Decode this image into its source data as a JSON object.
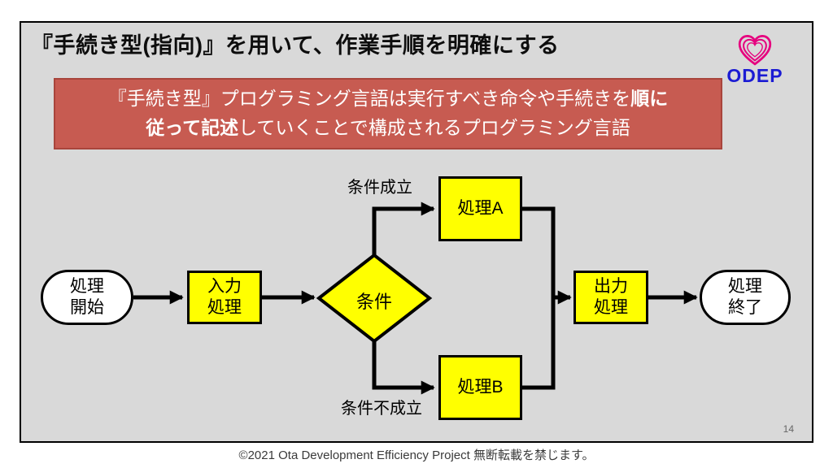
{
  "slide": {
    "title": "『手続き型(指向)』を用いて、作業手順を明確にする",
    "page_number": "14",
    "footer": "©2021  Ota Development Efficiency Project 無断転載を禁じます。",
    "logo": {
      "text": "ODEP"
    },
    "banner": {
      "line1_normal": "『手続き型』プログラミング言語は実行すべき命令や手続きを",
      "line1_bold": "順に",
      "line2_bold": "従って記述",
      "line2_normal": "していくことで構成されるプログラミング言語"
    },
    "flowchart": {
      "start": {
        "line1": "処理",
        "line2": "開始"
      },
      "input": {
        "line1": "入力",
        "line2": "処理"
      },
      "condition": {
        "label": "条件"
      },
      "branch_true": "条件成立",
      "branch_false": "条件不成立",
      "process_a": {
        "label": "処理A"
      },
      "process_b": {
        "label": "処理B"
      },
      "output": {
        "line1": "出力",
        "line2": "処理"
      },
      "end": {
        "line1": "処理",
        "line2": "終了"
      }
    },
    "colors": {
      "slide_bg": "#d9d9d9",
      "banner_bg": "#c75b51",
      "banner_border": "#a8453c",
      "node_fill": "#ffff00",
      "terminator_fill": "#ffffff",
      "edge_color": "#000000",
      "logo_pink": "#e6007e",
      "logo_blue": "#1b1bd3"
    }
  }
}
